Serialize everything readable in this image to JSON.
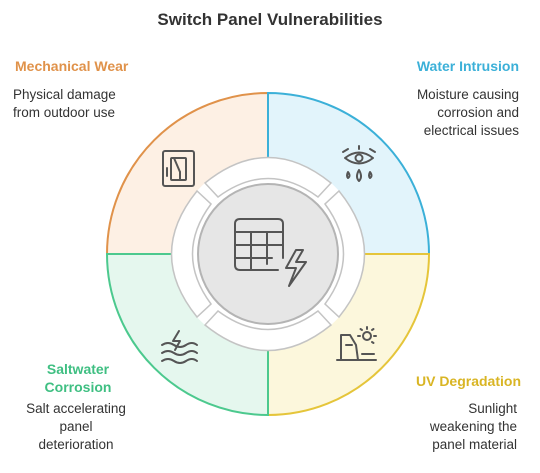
{
  "title": "Switch Panel Vulnerabilities",
  "center_icon": "switch-panel-lightning-icon",
  "quadrants": [
    {
      "heading": "Mechanical Wear",
      "description": [
        "Physical damage",
        "from outdoor use"
      ],
      "icon": "switch-icon",
      "color": "#E0924A",
      "fill": "#FDF0E4"
    },
    {
      "heading": "Water Intrusion",
      "description": [
        "Moisture causing",
        "corrosion and",
        "electrical issues"
      ],
      "icon": "eye-water-drops-icon",
      "color": "#3BB0D8",
      "fill": "#E2F4FB"
    },
    {
      "heading": "UV Degradation",
      "description": [
        "Sunlight",
        "weakening the",
        "panel material"
      ],
      "icon": "sun-cliff-icon",
      "color": "#E5C53A",
      "fill": "#FCF7DC"
    },
    {
      "heading": "Saltwater Corrosion",
      "heading_lines": [
        "Saltwater",
        "Corrosion"
      ],
      "description": [
        "Salt accelerating",
        "panel",
        "deterioration"
      ],
      "icon": "waves-lightning-icon",
      "color": "#4CC98E",
      "fill": "#E5F7EE"
    }
  ]
}
